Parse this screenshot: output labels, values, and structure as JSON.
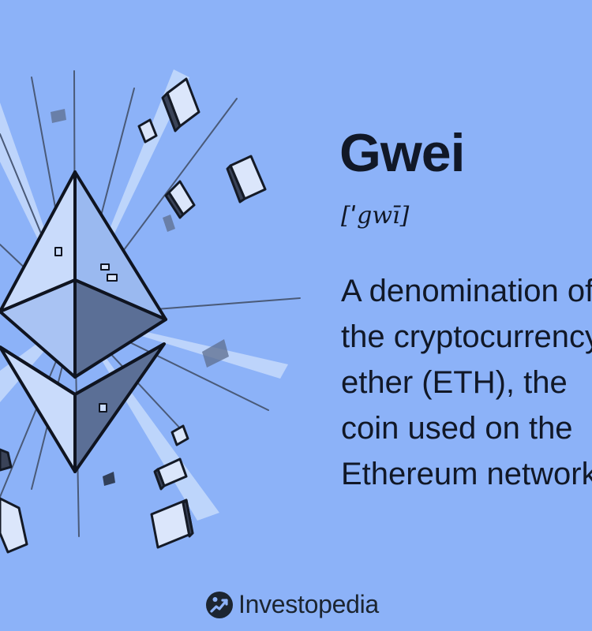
{
  "term": {
    "title": "Gwei",
    "pronunciation": "[ˈgwī]"
  },
  "definition": {
    "lines": [
      "A denomination of",
      "the cryptocurrency",
      "ether (ETH), the",
      "coin used on the",
      "Ethereum network"
    ]
  },
  "brand": {
    "name": "Investopedia",
    "logo_icon": "investopedia-logo-icon"
  },
  "colors": {
    "background": "#8cb2f8",
    "text": "#111827",
    "diamond_light": "#c9dbfb",
    "diamond_mid": "#9ab9f0",
    "diamond_dark": "#5b6f96"
  }
}
